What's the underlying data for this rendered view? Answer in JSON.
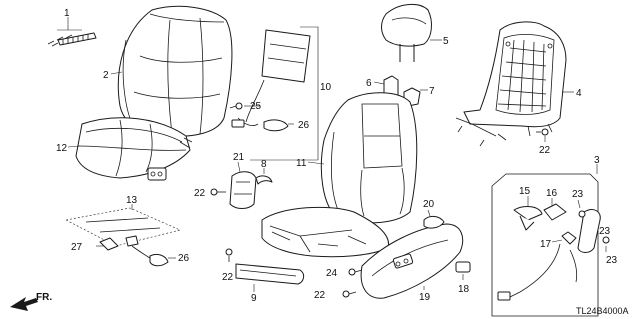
{
  "diagram": {
    "code": "TL24B4000A",
    "direction_label": "FR.",
    "callouts": {
      "c1": "1",
      "c2": "2",
      "c3": "3",
      "c4": "4",
      "c5": "5",
      "c6": "6",
      "c7": "7",
      "c8": "8",
      "c9": "9",
      "c10": "10",
      "c11": "11",
      "c12": "12",
      "c13": "13",
      "c15": "15",
      "c16": "16",
      "c17": "17",
      "c18": "18",
      "c19": "19",
      "c20": "20",
      "c21": "21",
      "c22a": "22",
      "c22b": "22",
      "c22c": "22",
      "c22d": "22",
      "c23a": "23",
      "c23b": "23",
      "c23c": "23",
      "c24": "24",
      "c25": "25",
      "c26a": "26",
      "c26b": "26",
      "c27": "27"
    }
  }
}
